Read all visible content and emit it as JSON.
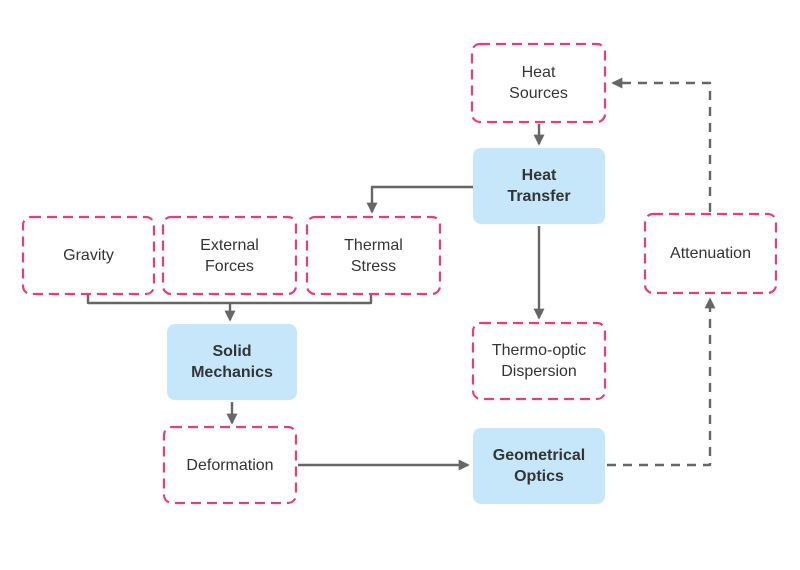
{
  "diagram": {
    "description": "Multiphysics coupling flow diagram",
    "nodes": {
      "heat_sources": {
        "label": "Heat\nSources",
        "kind": "dashed"
      },
      "heat_transfer": {
        "label": "Heat\nTransfer",
        "kind": "solid"
      },
      "gravity": {
        "label": "Gravity",
        "kind": "dashed"
      },
      "external_forces": {
        "label": "External\nForces",
        "kind": "dashed"
      },
      "thermal_stress": {
        "label": "Thermal\nStress",
        "kind": "dashed"
      },
      "solid_mechanics": {
        "label": "Solid\nMechanics",
        "kind": "solid"
      },
      "deformation": {
        "label": "Deformation",
        "kind": "dashed"
      },
      "thermo_optic_dispersion": {
        "label": "Thermo-optic\nDispersion",
        "kind": "dashed"
      },
      "geometrical_optics": {
        "label": "Geometrical\nOptics",
        "kind": "solid"
      },
      "attenuation": {
        "label": "Attenuation",
        "kind": "dashed"
      }
    },
    "edges": [
      {
        "from": "Heat Sources",
        "to": "Heat Transfer",
        "style": "solid"
      },
      {
        "from": "Heat Transfer",
        "to": "Thermal Stress",
        "style": "solid"
      },
      {
        "from": "Heat Transfer",
        "to": "Thermo-optic Dispersion",
        "style": "solid"
      },
      {
        "from": "Gravity",
        "to": "Solid Mechanics",
        "style": "solid"
      },
      {
        "from": "External Forces",
        "to": "Solid Mechanics",
        "style": "solid"
      },
      {
        "from": "Thermal Stress",
        "to": "Solid Mechanics",
        "style": "solid"
      },
      {
        "from": "Solid Mechanics",
        "to": "Deformation",
        "style": "solid"
      },
      {
        "from": "Deformation",
        "to": "Geometrical Optics",
        "style": "solid"
      },
      {
        "from": "Geometrical Optics",
        "to": "Attenuation",
        "style": "dashed"
      },
      {
        "from": "Attenuation",
        "to": "Heat Sources",
        "style": "dashed"
      }
    ]
  },
  "colors": {
    "accent-pink": "#e83e78",
    "node-fill-blue": "#c6e7fa",
    "arrow-gray": "#666666",
    "text": "#343434",
    "background": "#ffffff"
  }
}
